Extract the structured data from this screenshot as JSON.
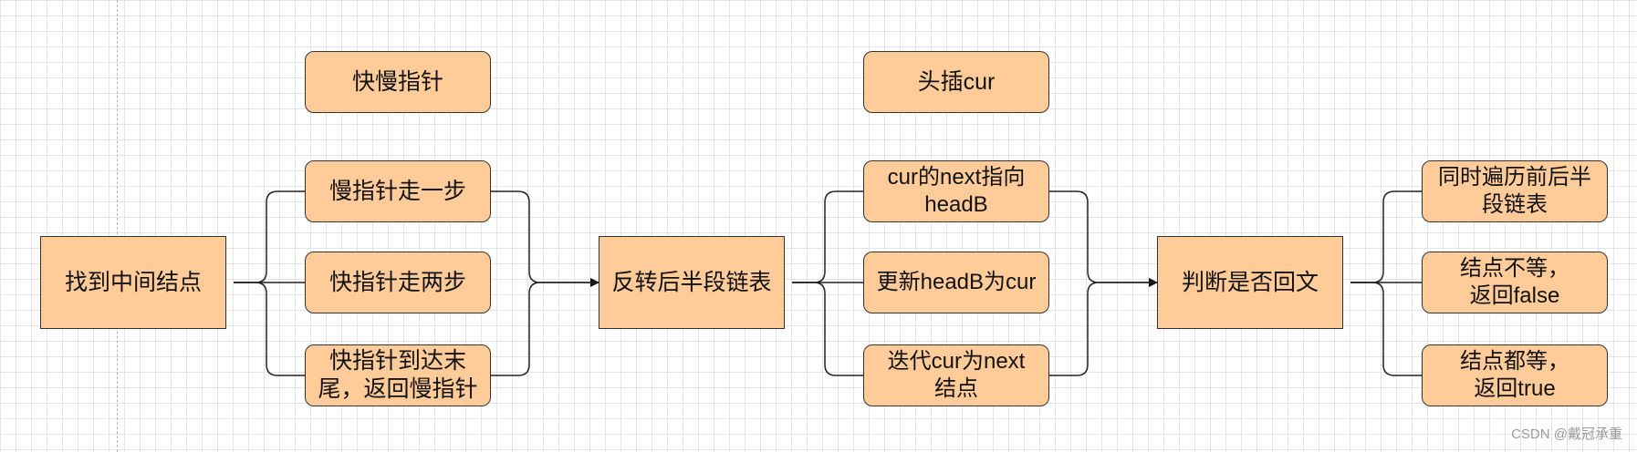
{
  "nodes": {
    "find_middle": "找到中间结点",
    "fast_slow": "快慢指针",
    "slow_one": "慢指针走一步",
    "fast_two": "快指针走两步",
    "fast_end": "快指针到达末\n尾，返回慢指针",
    "reverse": "反转后半段链表",
    "head_insert": "头插cur",
    "cur_next": "cur的next指向\nheadB",
    "update_headb": "更新headB为cur",
    "iterate_cur": "迭代cur为next\n结点",
    "palindrome": "判断是否回文",
    "traverse": "同时遍历前后半\n段链表",
    "not_equal": "结点不等，\n返回false",
    "all_equal": "结点都等，\n返回true"
  },
  "watermark": "CSDN @戴冠承重",
  "colors": {
    "node_fill": "#ffcc99",
    "node_stroke": "#333333",
    "edge": "#222222"
  }
}
